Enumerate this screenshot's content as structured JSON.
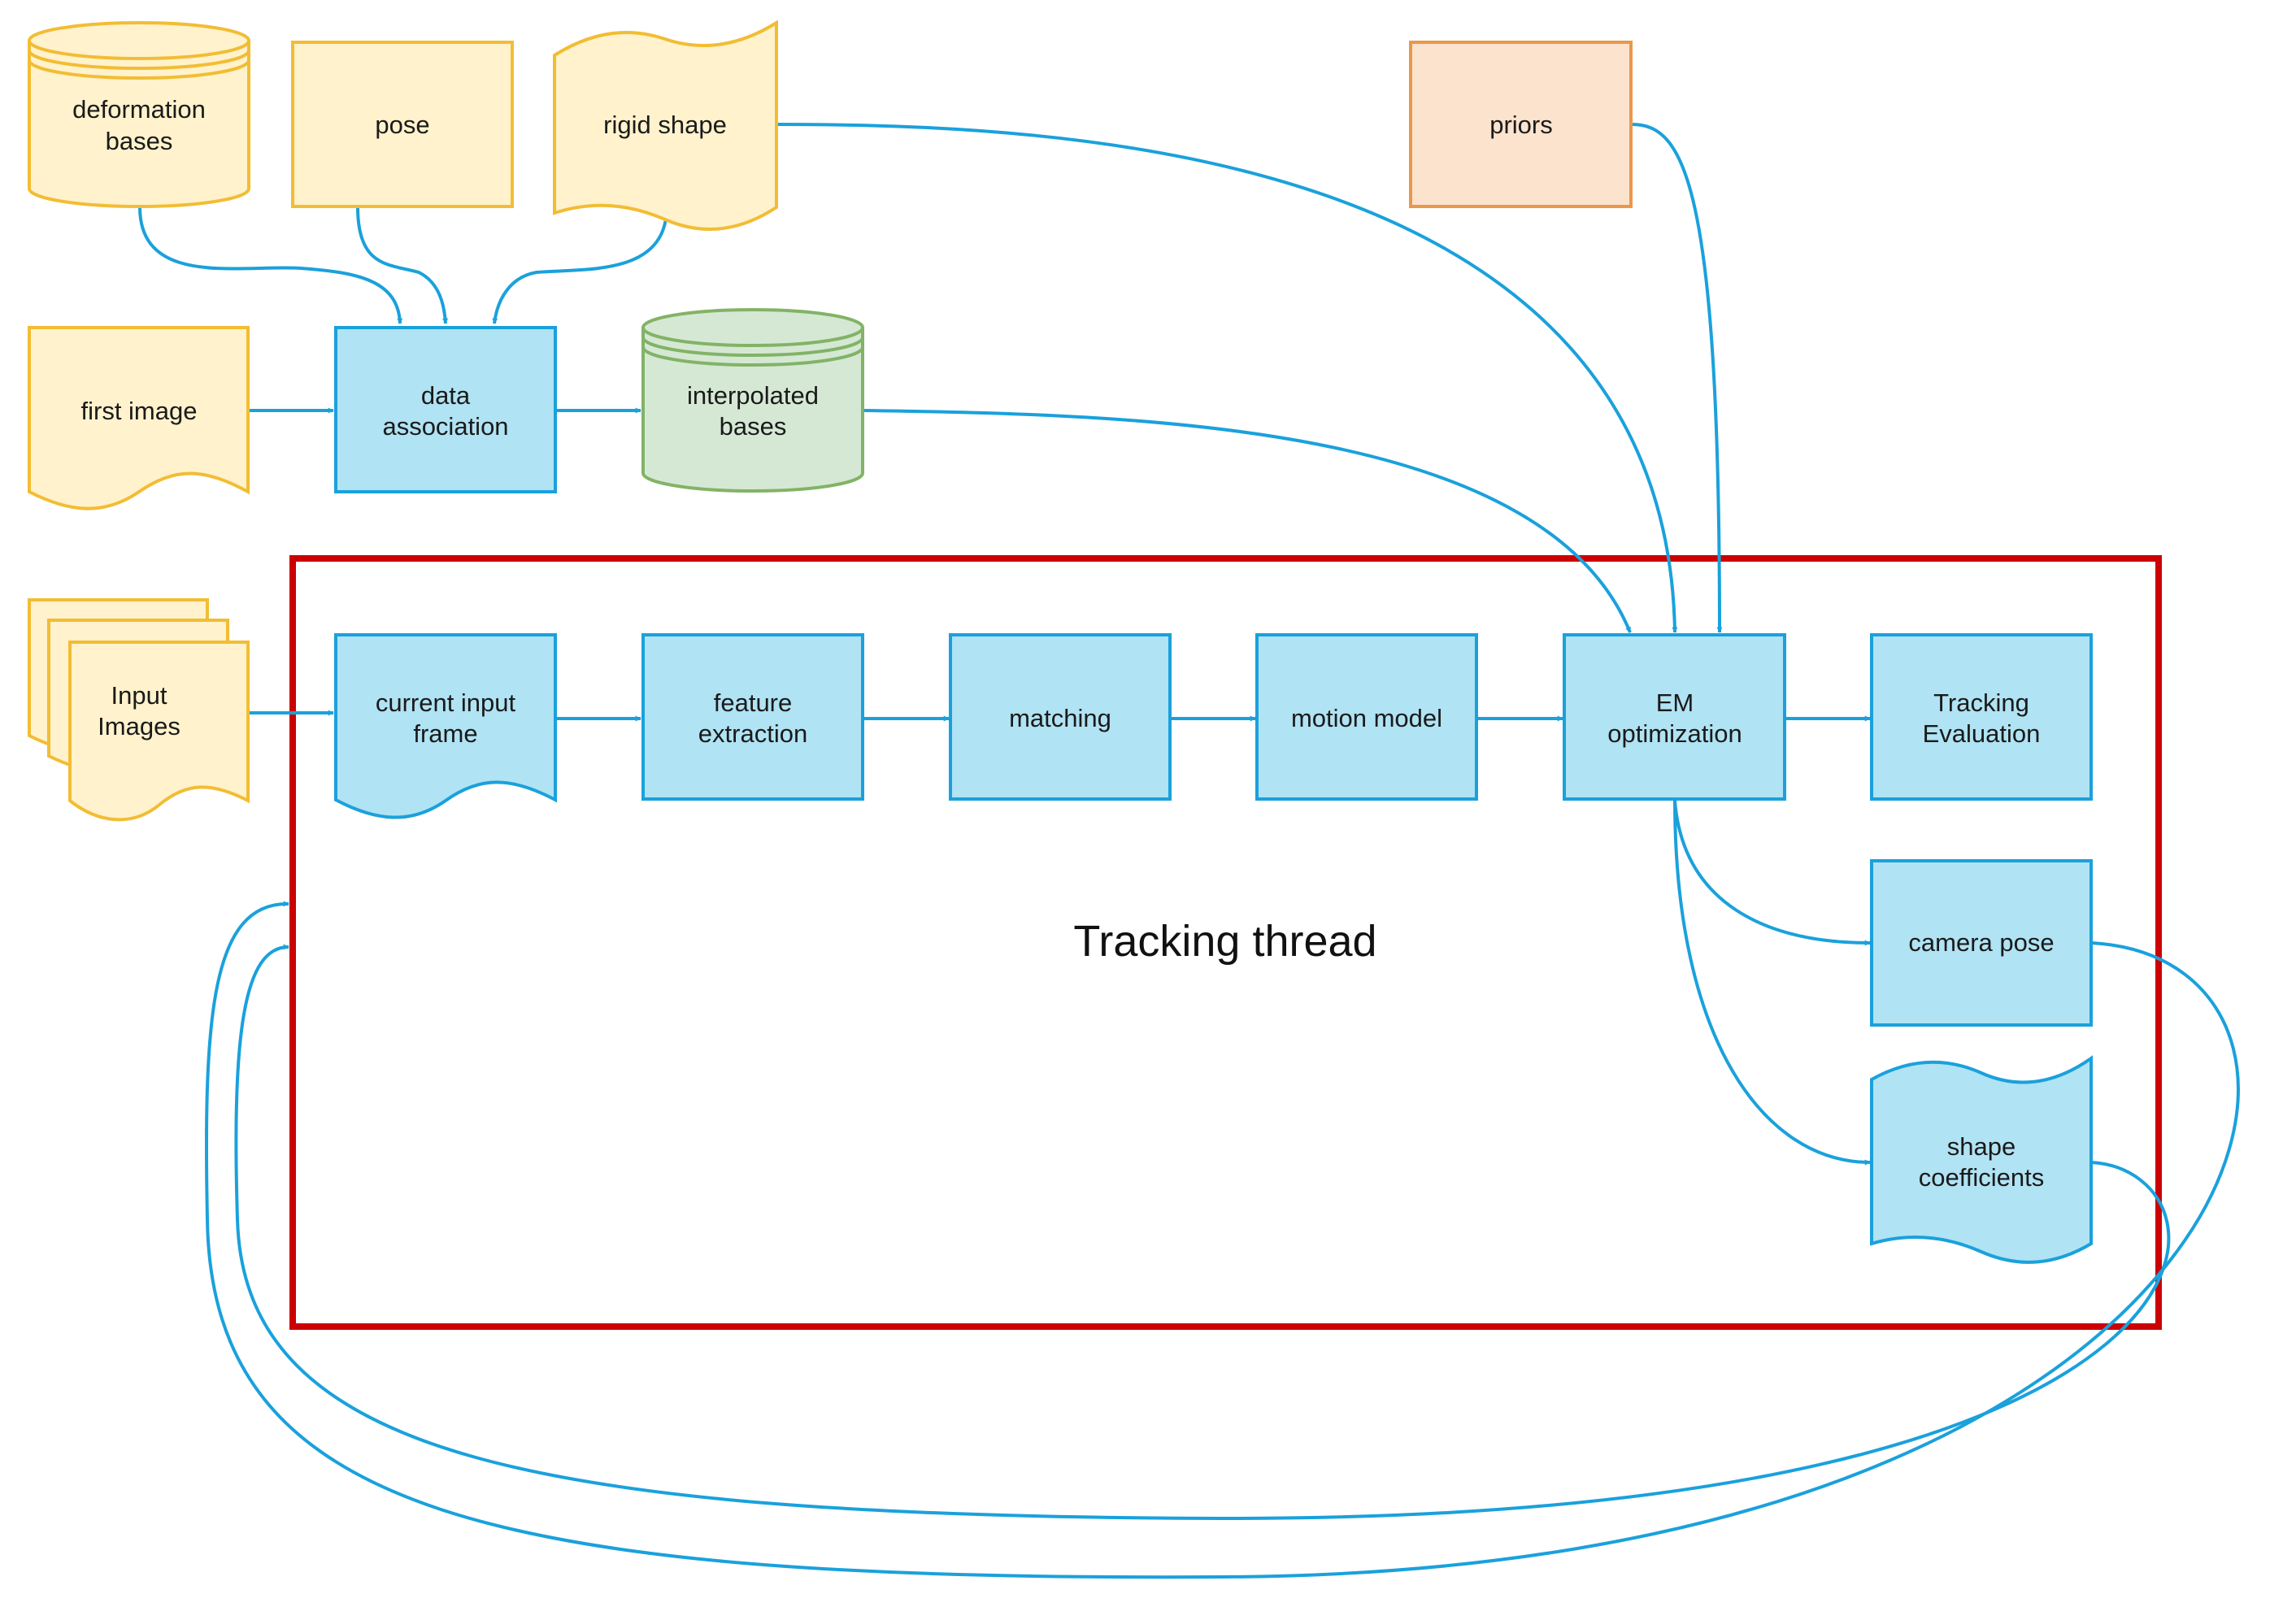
{
  "diagram": {
    "nodes": {
      "deformation_bases": [
        "deformation",
        "bases"
      ],
      "pose": [
        "pose"
      ],
      "rigid_shape": [
        "rigid shape"
      ],
      "priors": [
        "priors"
      ],
      "first_image": [
        "first image"
      ],
      "data_association": [
        "data",
        "association"
      ],
      "interpolated_bases": [
        "interpolated",
        "bases"
      ],
      "input_images": [
        "Input",
        "Images"
      ],
      "current_input_frame": [
        "current input",
        "frame"
      ],
      "feature_extraction": [
        "feature",
        "extraction"
      ],
      "matching": [
        "matching"
      ],
      "motion_model": [
        "motion model"
      ],
      "em_optimization": [
        "EM",
        "optimization"
      ],
      "tracking_evaluation": [
        "Tracking",
        "Evaluation"
      ],
      "camera_pose": [
        "camera pose"
      ],
      "shape_coefficients": [
        "shape",
        "coefficients"
      ]
    },
    "group": {
      "label": "Tracking thread"
    },
    "colors": {
      "edge": "#1aa1dc",
      "thread_border": "#cc0000",
      "yellow_fill": "#fff2cc",
      "blue_fill": "#b0e3f3",
      "green_fill": "#d5e8d4",
      "orange_fill": "#fbe3cd"
    }
  }
}
